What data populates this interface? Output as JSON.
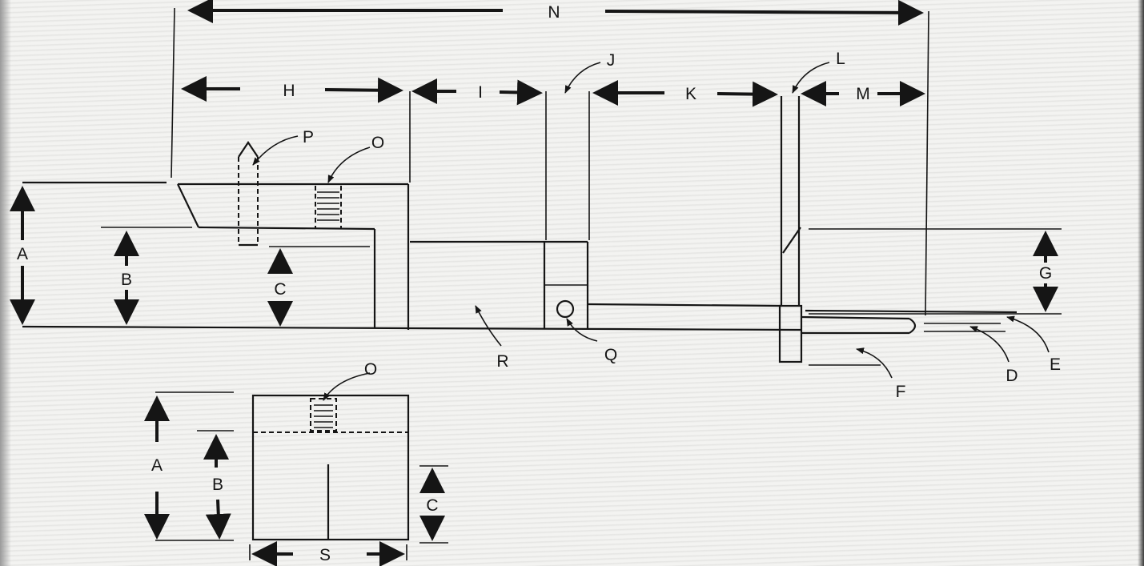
{
  "labels": {
    "a": "A",
    "b": "B",
    "c": "C",
    "d": "D",
    "e": "E",
    "f": "F",
    "g": "G",
    "h": "H",
    "i": "I",
    "j": "J",
    "k": "K",
    "l": "L",
    "m": "M",
    "n": "N",
    "o": "O",
    "p": "P",
    "q": "Q",
    "r": "R",
    "s": "S"
  }
}
